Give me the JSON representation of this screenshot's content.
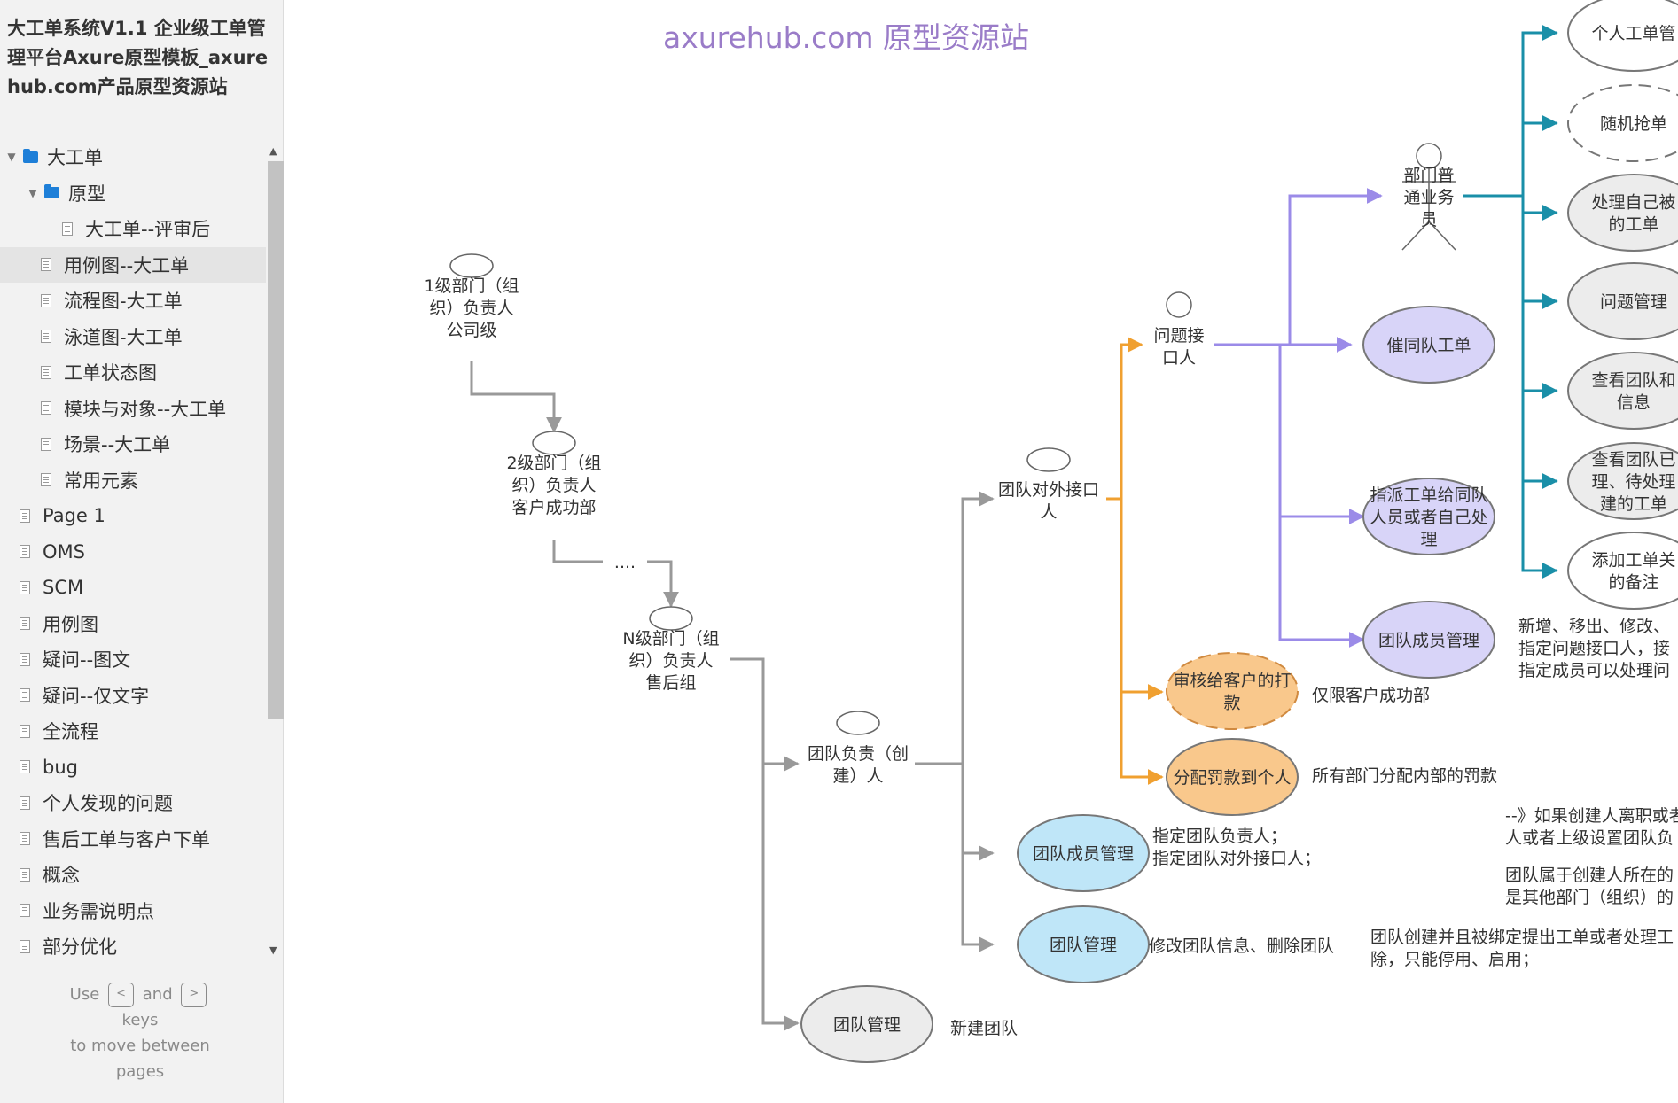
{
  "sidebar": {
    "title": "大工单系统V1.1 企业级工单管理平台Axure原型模板_axurehub.com产品原型资源站",
    "items": [
      {
        "label": "大工单",
        "type": "folder",
        "level": 0,
        "expanded": true
      },
      {
        "label": "原型",
        "type": "folder",
        "level": 1,
        "expanded": true
      },
      {
        "label": "大工单--评审后",
        "type": "page",
        "level": 2
      },
      {
        "label": "用例图--大工单",
        "type": "page",
        "level": 1,
        "selected": true
      },
      {
        "label": "流程图-大工单",
        "type": "page",
        "level": 1
      },
      {
        "label": "泳道图-大工单",
        "type": "page",
        "level": 1
      },
      {
        "label": "工单状态图",
        "type": "page",
        "level": 1
      },
      {
        "label": "模块与对象--大工单",
        "type": "page",
        "level": 1
      },
      {
        "label": "场景--大工单",
        "type": "page",
        "level": 1
      },
      {
        "label": "常用元素",
        "type": "page",
        "level": 1
      },
      {
        "label": "Page 1",
        "type": "page",
        "level": 0
      },
      {
        "label": "OMS",
        "type": "page",
        "level": 0
      },
      {
        "label": "SCM",
        "type": "page",
        "level": 0
      },
      {
        "label": "用例图",
        "type": "page",
        "level": 0
      },
      {
        "label": "疑问--图文",
        "type": "page",
        "level": 0
      },
      {
        "label": "疑问--仅文字",
        "type": "page",
        "level": 0
      },
      {
        "label": "全流程",
        "type": "page",
        "level": 0
      },
      {
        "label": "bug",
        "type": "page",
        "level": 0
      },
      {
        "label": "个人发现的问题",
        "type": "page",
        "level": 0
      },
      {
        "label": "售后工单与客户下单",
        "type": "page",
        "level": 0
      },
      {
        "label": "概念",
        "type": "page",
        "level": 0
      },
      {
        "label": "业务需说明点",
        "type": "page",
        "level": 0
      },
      {
        "label": "部分优化",
        "type": "page",
        "level": 0
      }
    ],
    "hint": {
      "use": "Use",
      "key_prev": "<",
      "and": "and",
      "key_next": ">",
      "keys": "keys",
      "tail1": "to move between",
      "tail2": "pages"
    }
  },
  "watermark": "axurehub.com 原型资源站",
  "diagram": {
    "actors": {
      "a1": [
        "1级部门（组",
        "织）负责人",
        "公司级"
      ],
      "a2": [
        "2级部门（组",
        "织）负责人",
        "客户成功部"
      ],
      "dots": "....",
      "aN": [
        "N级部门（组",
        "织）负责人",
        "售后组"
      ],
      "lead": [
        "团队负责（创",
        "建）人"
      ],
      "contact": [
        "团队对外接口",
        "人"
      ],
      "receiver": [
        "问题接",
        "口人"
      ],
      "member": [
        "部门普",
        "通业务",
        "员"
      ]
    },
    "usecases": {
      "team_manage_new": "团队管理",
      "team_member_manage": "团队成员管理",
      "team_manage_edit": "团队管理",
      "review_payment": [
        "审核给客户的打",
        "款"
      ],
      "assign_penalty": "分配罚款到个人",
      "urge_team": "催同队工单",
      "assign_order": [
        "指派工单给同队",
        "人员或者自己处",
        "理"
      ],
      "team_member_manage2": "团队成员管理",
      "personal_order": "个人工单管",
      "random_grab": "随机抢单",
      "handle_own": [
        "处理自己被",
        "的工单"
      ],
      "issue_manage": "问题管理",
      "view_team": [
        "查看团队和",
        "信息"
      ],
      "view_team_order": [
        "查看团队已",
        "理、待处理",
        "建的工单"
      ],
      "add_note": [
        "添加工单关",
        "的备注"
      ]
    },
    "notes": {
      "new_team": "新建团队",
      "edit_team": "修改团队信息、删除团队",
      "member_note": [
        "指定团队负责人；",
        "指定团队对外接口人；"
      ],
      "team_bound": [
        "团队创建并且被绑定提出工单或者处理工",
        "除，只能停用、启用；"
      ],
      "leave_note": [
        "--》如果创建人离职或者",
        "人或者上级设置团队负"
      ],
      "belong_note": [
        "团队属于创建人所在的",
        "是其他部门（组织）的"
      ],
      "payment_note": "仅限客户成功部",
      "penalty_note": "所有部门分配内部的罚款",
      "member2_note": [
        "新增、移出、修改、",
        "指定问题接口人，接",
        "指定成员可以处理问"
      ]
    },
    "colors": {
      "gray_line": "#999999",
      "orange_line": "#f0a030",
      "purple_line": "#9b8be8",
      "teal_line": "#1a8fa8",
      "blue_fill": "#bfe6f8",
      "orange_fill": "#f9c88c",
      "purple_fill": "#d8d4f8",
      "gray_fill": "#ececec"
    }
  }
}
